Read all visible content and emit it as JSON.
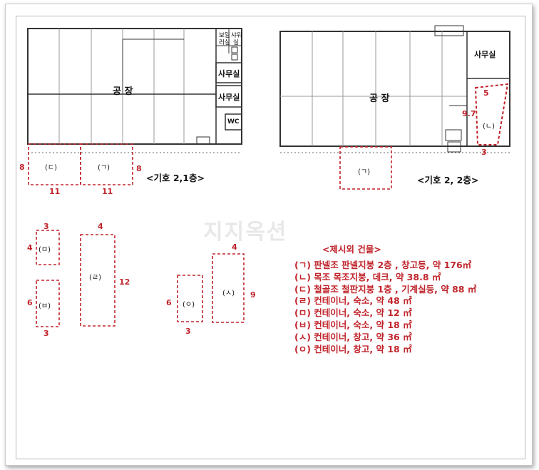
{
  "plan1": {
    "factory_label": "공 장",
    "room_boiler": "보일",
    "room_boiler2": "러실",
    "room_shower": "샤워",
    "room_shower2": "실",
    "office1": "사무실",
    "office2": "사무실",
    "wc": "WC",
    "caption": "<기호 2,1층>"
  },
  "plan2": {
    "factory_label": "공 장",
    "office": "사무실",
    "dim_5": "5",
    "dim_97": "9.7",
    "dim_3": "3",
    "caption": "<기호 2, 2층>"
  },
  "buildings": {
    "ga": {
      "label": "(ㄱ)",
      "w": "11",
      "h": "8"
    },
    "na": {
      "label": "(ㄴ)"
    },
    "da": {
      "label": "(ㄷ)",
      "w": "11",
      "h": "8"
    },
    "ra": {
      "label": "(ㄹ)",
      "w": "4",
      "h": "12"
    },
    "ma": {
      "label": "(ㅁ)",
      "w": "3",
      "h": "4"
    },
    "ba": {
      "label": "(ㅂ)",
      "w": "3",
      "h": "6"
    },
    "sa": {
      "label": "(ㅅ)",
      "w": "4",
      "h": "9"
    },
    "o": {
      "label": "(ㅇ)",
      "w": "3",
      "h": "6"
    }
  },
  "legend": {
    "title": "<제시외 건물>",
    "items": [
      "(ㄱ) 판넬조 판넬지붕 2층 , 창고등,  약 176㎡",
      "(ㄴ) 목조 목조지붕, 데크, 약 38.8 ㎡",
      "(ㄷ) 철골조 철판지붕 1층 , 기계실등, 약 88 ㎡",
      "(ㄹ) 컨테이너, 숙소, 약  48 ㎡",
      "(ㅁ) 컨테이너, 숙소, 약 12 ㎡",
      "(ㅂ) 컨테이너, 숙소, 약 18 ㎡",
      "(ㅅ) 컨테이너, 창고, 약 36 ㎡",
      "(ㅇ) 컨테이너, 창고, 약 18 ㎡"
    ]
  },
  "watermark": "지지옥션",
  "colors": {
    "annotation_red": "#c0242b",
    "line": "#333333"
  }
}
